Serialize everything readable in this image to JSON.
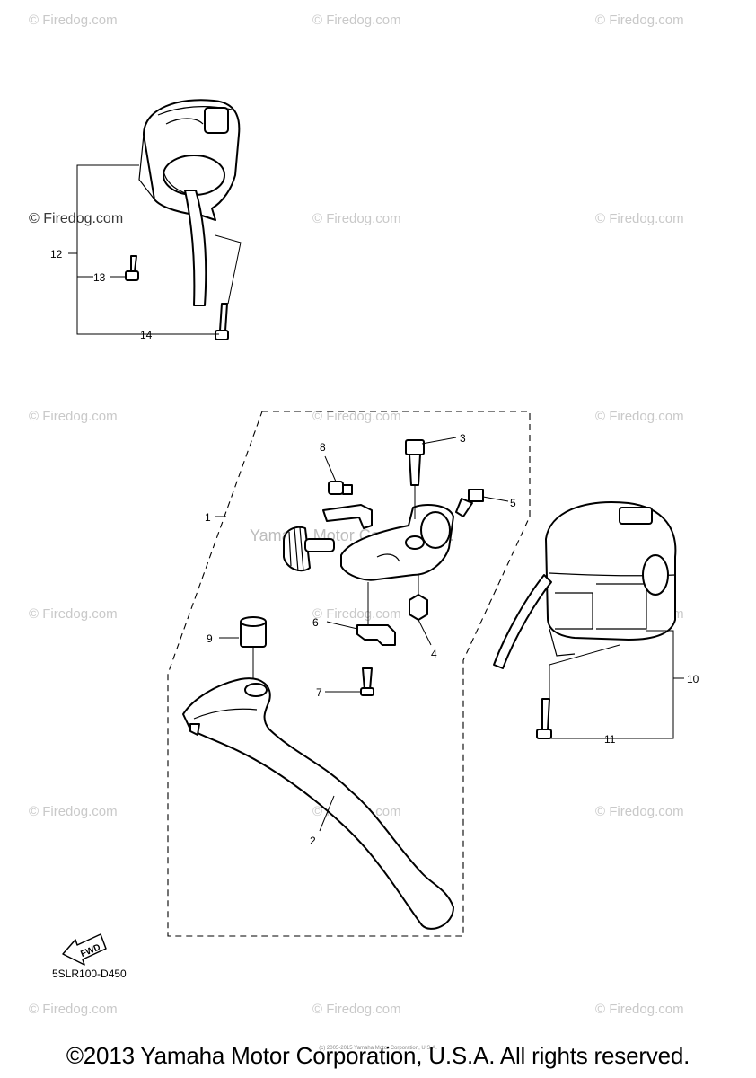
{
  "watermark": {
    "text": "© Firedog.com"
  },
  "center_watermark": {
    "text": "Yamaha Motor Corp., U.S.A."
  },
  "callouts": [
    "1",
    "2",
    "3",
    "4",
    "5",
    "6",
    "7",
    "8",
    "9",
    "10",
    "11",
    "12",
    "13",
    "14"
  ],
  "diagram_code": "5SLR100-D450",
  "fwd_label": "FWD",
  "copyright": "©2013 Yamaha Motor Corporation, U.S.A. All rights reserved.",
  "small_print": "(c) 2005-2015 Yamaha Motor Corporation, U.S.A."
}
